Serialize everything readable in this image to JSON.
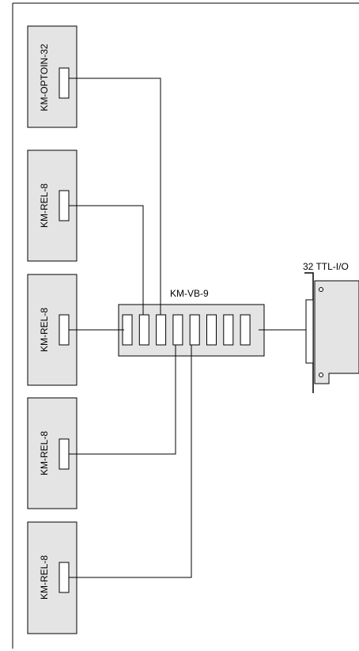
{
  "modules": [
    {
      "label": "KM-OPTOIN-32"
    },
    {
      "label": "KM-REL-8"
    },
    {
      "label": "KM-REL-8"
    },
    {
      "label": "KM-REL-8"
    },
    {
      "label": "KM-REL-8"
    }
  ],
  "hub": {
    "label": "KM-VB-9",
    "port_count": 8
  },
  "card": {
    "label": "32 TTL-I/O"
  },
  "colors": {
    "module_fill": "#e4e4e4",
    "hub_fill": "#e4e4e4",
    "card_fill": "#e4e4e4",
    "line": "#000000"
  }
}
